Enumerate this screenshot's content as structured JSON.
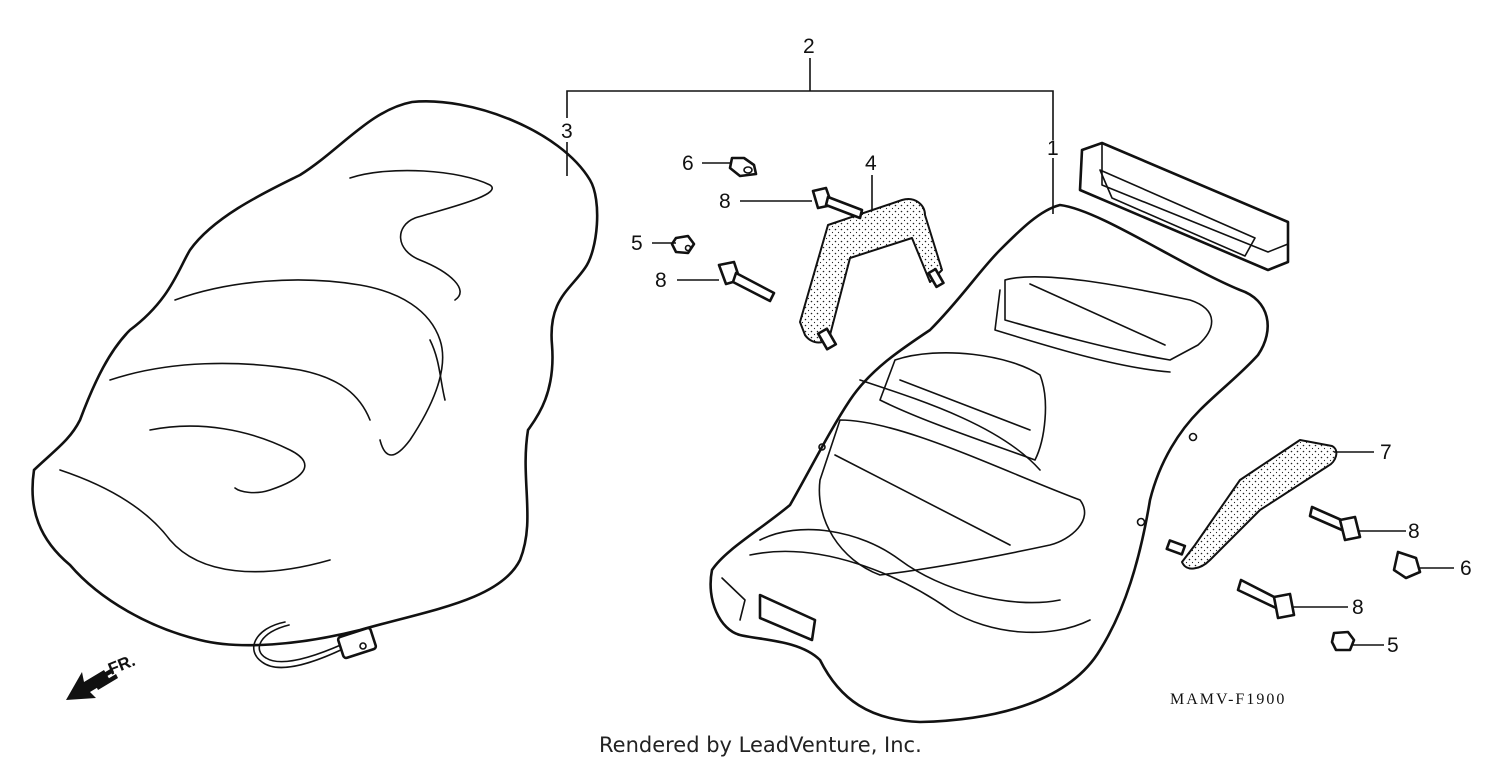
{
  "diagram": {
    "callouts": {
      "c2": "2",
      "c3": "3",
      "c1": "1",
      "c4": "4",
      "c6a": "6",
      "c8a": "8",
      "c5a": "5",
      "c8b": "8",
      "c7": "7",
      "c8c": "8",
      "c6b": "6",
      "c8d": "8",
      "c5b": "5"
    },
    "direction_label": "FR.",
    "diagram_code": "MAMV-F1900",
    "credit": "Rendered by LeadVenture, Inc."
  }
}
